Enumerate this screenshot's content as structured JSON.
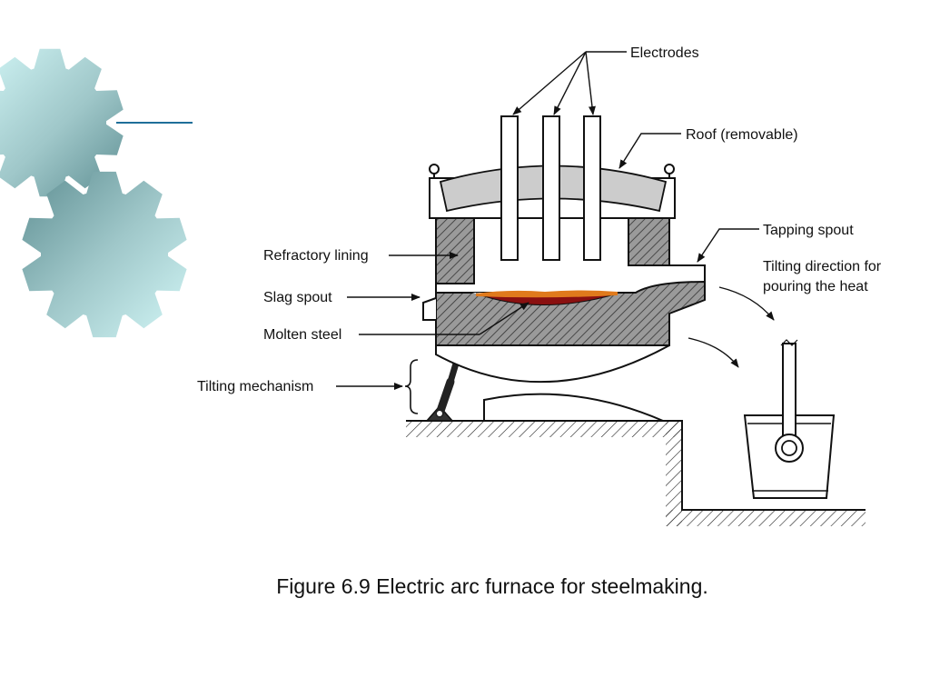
{
  "labels": {
    "electrodes": "Electrodes",
    "roof": "Roof (removable)",
    "tapping_spout": "Tapping spout",
    "tilting_direction_line1": "Tilting direction for",
    "tilting_direction_line2": "pouring the heat",
    "refractory_lining": "Refractory lining",
    "slag_spout": "Slag spout",
    "molten_steel": "Molten steel",
    "tilting_mechanism": "Tilting mechanism"
  },
  "caption": "Figure 6.9  Electric arc furnace for steelmaking.",
  "colors": {
    "gear_light": "#d2f6f6",
    "gear_dark": "#5f8f93",
    "accent_line": "#1f6f99",
    "molten_steel": "#8a1010",
    "slag": "#e07a1c",
    "roof_fill": "#cccccc",
    "hatch_fill": "#8a8a8a"
  }
}
